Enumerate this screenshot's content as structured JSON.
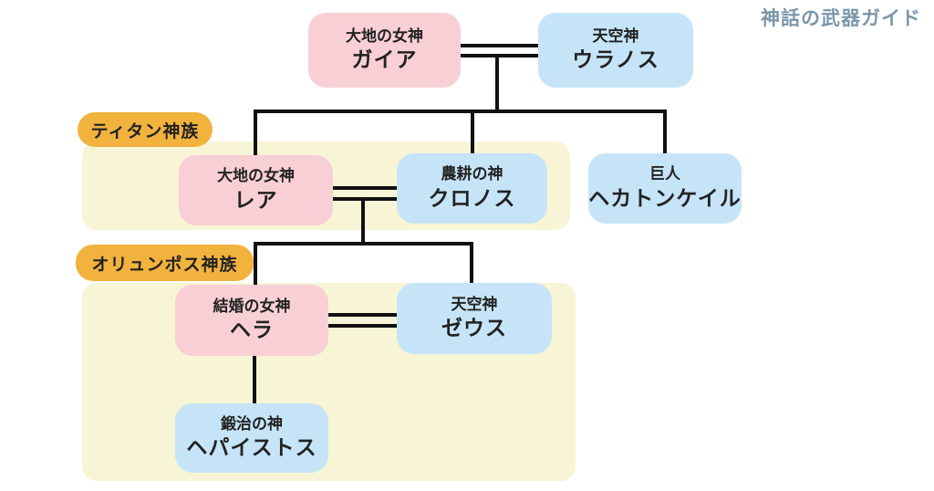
{
  "watermark": {
    "text": "神話の武器ガイド"
  },
  "groups": {
    "titan": {
      "label": "ティタン神族"
    },
    "olympus": {
      "label": "オリュンポス神族"
    }
  },
  "nodes": {
    "gaia": {
      "epithet": "大地の女神",
      "name": "ガイア",
      "type": "goddess"
    },
    "uranus": {
      "epithet": "天空神",
      "name": "ウラノス",
      "type": "god"
    },
    "rhea": {
      "epithet": "大地の女神",
      "name": "レア",
      "type": "goddess"
    },
    "kronos": {
      "epithet": "農耕の神",
      "name": "クロノス",
      "type": "god"
    },
    "hecaton": {
      "epithet": "巨人",
      "name": "ヘカトンケイル",
      "type": "god"
    },
    "hera": {
      "epithet": "結婚の女神",
      "name": "ヘラ",
      "type": "goddess"
    },
    "zeus": {
      "epithet": "天空神",
      "name": "ゼウス",
      "type": "god"
    },
    "hephaistos": {
      "epithet": "鍛治の神",
      "name": "ヘパイストス",
      "type": "god"
    }
  },
  "colors": {
    "box-pink": "#f9cfd6",
    "box-blue": "#c6e4f7",
    "region": "#f7f5d5",
    "label": "#f2b23e",
    "line": "#111111",
    "text": "#222222",
    "watermark": "#7b96aa"
  }
}
